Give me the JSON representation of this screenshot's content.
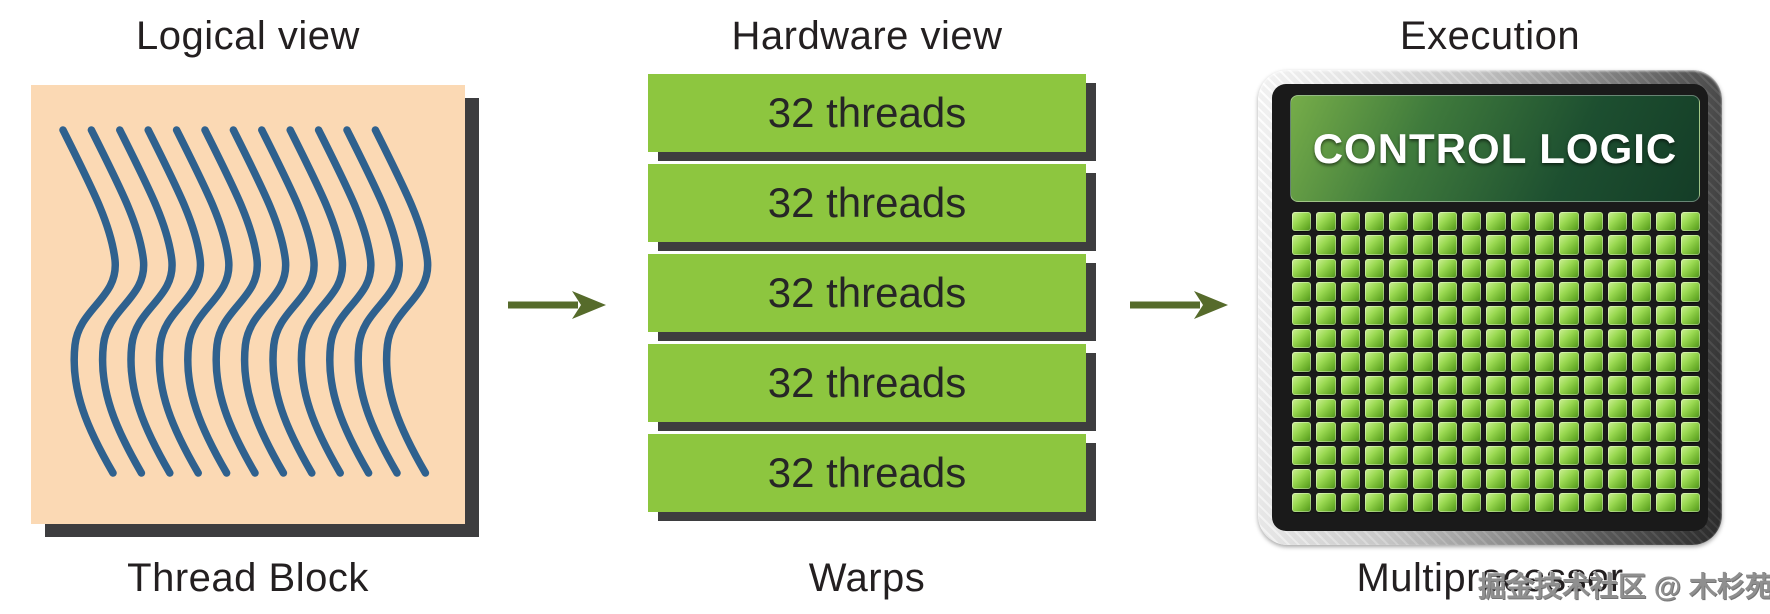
{
  "sections": {
    "logical": {
      "title": "Logical view",
      "caption": "Thread Block",
      "thread_line_count": 12
    },
    "hardware": {
      "title": "Hardware view",
      "caption": "Warps",
      "warp_labels": [
        "32 threads",
        "32 threads",
        "32 threads",
        "32 threads",
        "32 threads"
      ]
    },
    "execution": {
      "title": "Execution",
      "caption": "Multiprocessor",
      "control_logic_label": "CONTROL LOGIC",
      "core_grid_rows": 13,
      "core_grid_cols": 17
    }
  },
  "watermark_text": "掘金技术社区 @ 木杉苑",
  "colors": {
    "panel_peach": "#fbd9b4",
    "thread_line_blue": "#2f618e",
    "warp_green": "#8dc63f",
    "shadow_gray": "#3d3d3f",
    "arrow_olive": "#566b2b",
    "text_dark": "#231f20",
    "banner_green_light": "#76ad49",
    "banner_green_dark": "#143d27",
    "chip_die_black": "#1a1a1a",
    "watermark_gray": "#8f8f8f"
  }
}
